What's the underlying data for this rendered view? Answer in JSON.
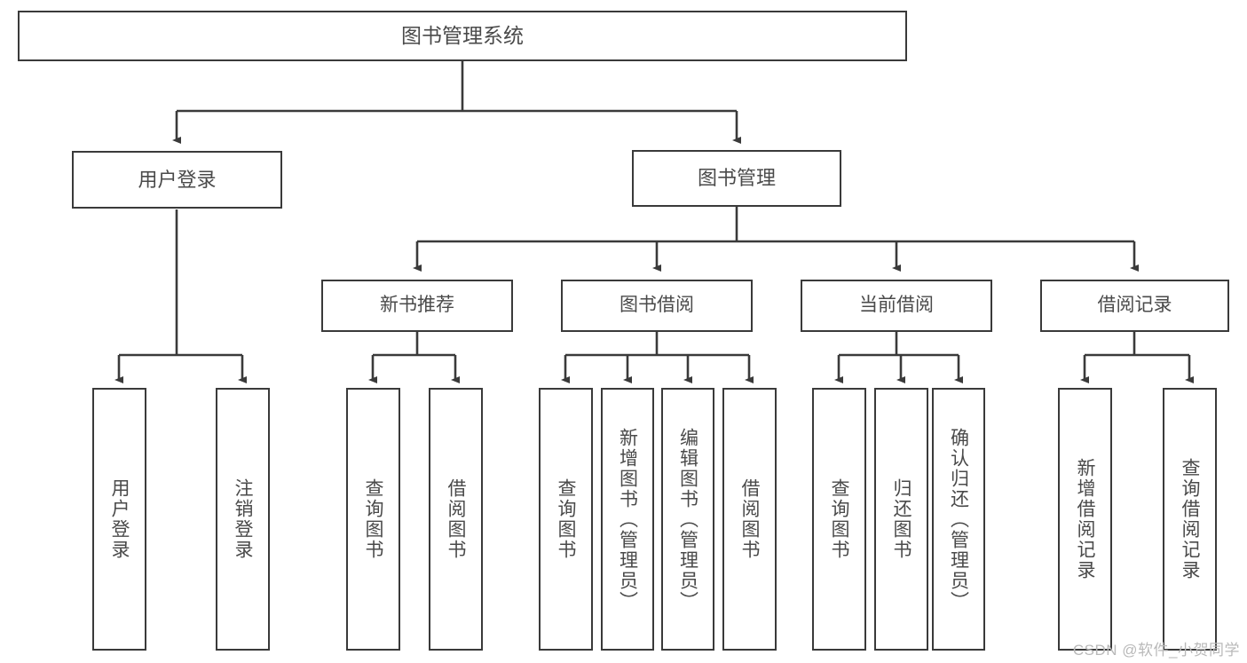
{
  "diagram": {
    "title": "图书管理系统",
    "type": "tree-hierarchy",
    "watermark": "CSDN @软件_小贺同学",
    "colors": {
      "box_border": "#3a3a3a",
      "box_fill": "#ffffff",
      "text": "#4a4a4a",
      "connector": "#3a3a3a",
      "watermark": "#b9b9b9"
    },
    "root": {
      "label": "图书管理系统"
    },
    "level1": [
      {
        "label": "用户登录"
      },
      {
        "label": "图书管理"
      }
    ],
    "level2": [
      {
        "label": "新书推荐"
      },
      {
        "label": "图书借阅"
      },
      {
        "label": "当前借阅"
      },
      {
        "label": "借阅记录"
      }
    ],
    "leaves": {
      "user_login": [
        {
          "label": "用户登录"
        },
        {
          "label": "注销登录"
        }
      ],
      "new_book_recommend": [
        {
          "label": "查询图书"
        },
        {
          "label": "借阅图书"
        }
      ],
      "book_borrow": [
        {
          "label": "查询图书"
        },
        {
          "label": "新增图书（管理员）"
        },
        {
          "label": "编辑图书（管理员）"
        },
        {
          "label": "借阅图书"
        }
      ],
      "current_borrow": [
        {
          "label": "查询图书"
        },
        {
          "label": "归还图书"
        },
        {
          "label": "确认归还（管理员）"
        }
      ],
      "borrow_records": [
        {
          "label": "新增借阅记录"
        },
        {
          "label": "查询借阅记录"
        }
      ]
    }
  }
}
